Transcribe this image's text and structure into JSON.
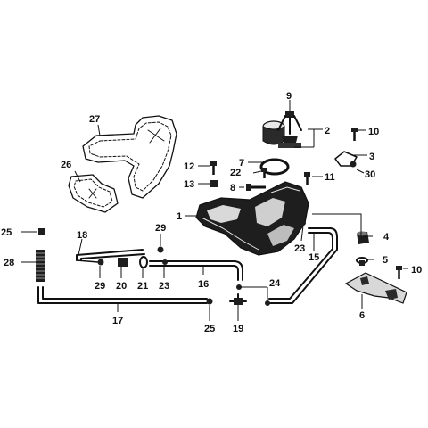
{
  "diagram": {
    "callouts": [
      {
        "id": "c1",
        "label": "1"
      },
      {
        "id": "c2",
        "label": "2"
      },
      {
        "id": "c3",
        "label": "3"
      },
      {
        "id": "c4",
        "label": "4"
      },
      {
        "id": "c5",
        "label": "5"
      },
      {
        "id": "c6",
        "label": "6"
      },
      {
        "id": "c7",
        "label": "7"
      },
      {
        "id": "c8",
        "label": "8"
      },
      {
        "id": "c9",
        "label": "9"
      },
      {
        "id": "c10a",
        "label": "10"
      },
      {
        "id": "c10b",
        "label": "10"
      },
      {
        "id": "c11",
        "label": "11"
      },
      {
        "id": "c12",
        "label": "12"
      },
      {
        "id": "c13",
        "label": "13"
      },
      {
        "id": "c15",
        "label": "15"
      },
      {
        "id": "c16",
        "label": "16"
      },
      {
        "id": "c17",
        "label": "17"
      },
      {
        "id": "c18",
        "label": "18"
      },
      {
        "id": "c19",
        "label": "19"
      },
      {
        "id": "c20",
        "label": "20"
      },
      {
        "id": "c21",
        "label": "21"
      },
      {
        "id": "c22",
        "label": "22"
      },
      {
        "id": "c23a",
        "label": "23"
      },
      {
        "id": "c23b",
        "label": "23"
      },
      {
        "id": "c24",
        "label": "24"
      },
      {
        "id": "c25a",
        "label": "25"
      },
      {
        "id": "c25b",
        "label": "25"
      },
      {
        "id": "c26",
        "label": "26"
      },
      {
        "id": "c27",
        "label": "27"
      },
      {
        "id": "c28",
        "label": "28"
      },
      {
        "id": "c29a",
        "label": "29"
      },
      {
        "id": "c29b",
        "label": "29"
      },
      {
        "id": "c30",
        "label": "30"
      }
    ]
  }
}
